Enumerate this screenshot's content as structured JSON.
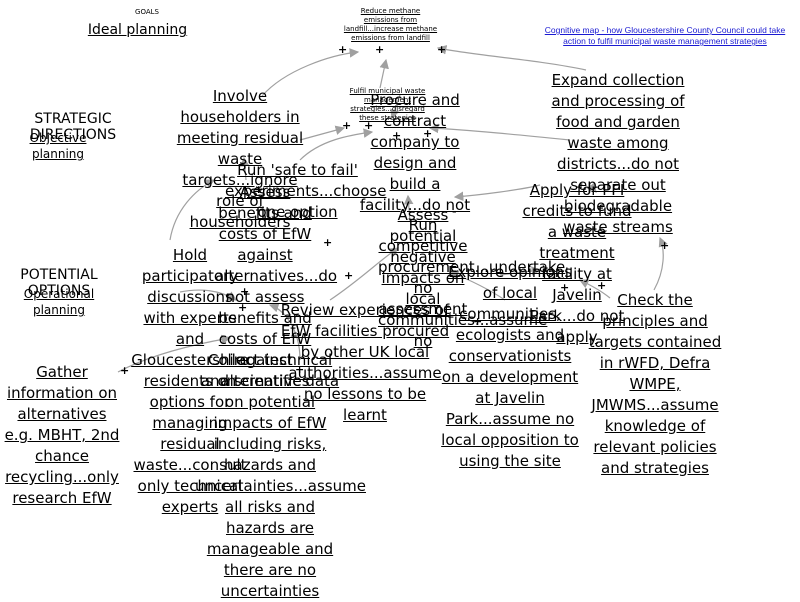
{
  "labels": {
    "goals": "GOALS",
    "ideal_planning": "Ideal planning",
    "strategic_directions": "STRATEGIC DIRECTIONS",
    "objective_planning": "Objective planning",
    "potential_options": "POTENTIAL OPTIONS",
    "operational_planning": "Operational planning",
    "cognitive_map_title": "Cognitive map - how Gloucestershire County Council could take action to fulfil municipal waste management strategies"
  },
  "goals": {
    "methane": "Reduce methane emissions from landfill...increase methane emissions from landfill",
    "fulfil": "Fulfil municipal waste management strategies...disregard these strategies"
  },
  "strategies": {
    "involve": "Involve householders in meeting residual waste targets...ignore role of householders",
    "procure": "Procure and contract company to design and build a facility...do not",
    "expand": "Expand collection and processing of food and garden waste among districts...do not separate out biodegradable waste streams",
    "safe": "Run 'safe to fail' experiments...choose one option"
  },
  "options": {
    "assess_ef": "Assess benefits and costs of EfW against alternatives...do not assess benefits and costs of EfW against alternatives",
    "run": "Run competitive procurement...undertake no assessment",
    "assess_neg": "Assess potential negative impacts on local communities...assume no",
    "apply_pfi": "Apply for PFI credits to fund a waste treatment facility at Javelin Park...do not apply",
    "hold": "Hold participatory discussions with experts and Gloucestershire residents on options for managing residual waste...consult only technical experts",
    "review": "Review experiences of EfW facilities procured by other UK local authorities...assume no lessons to be learnt",
    "collect": "Collect technical and scientific data on potential impacts of EfW including risks, hazards and uncertainties...assume all risks and hazards are manageable and there are no uncertainties",
    "explore": "Explore opinions of local communities, ecologists and conservationists on a development at Javelin Park...assume no local opposition to using the site",
    "check": "Check the principles and targets contained in rWFD, Defra WMPE, JMWMS...assume knowledge of relevant policies and strategies",
    "gather": "Gather information on alternatives e.g. MBHT, 2nd chance recycling...only research EfW"
  },
  "signs": {
    "plus": "+",
    "minus": "-"
  },
  "colors": {
    "arrow": "#a0a0a0",
    "link_text": "#1a1ad2"
  }
}
